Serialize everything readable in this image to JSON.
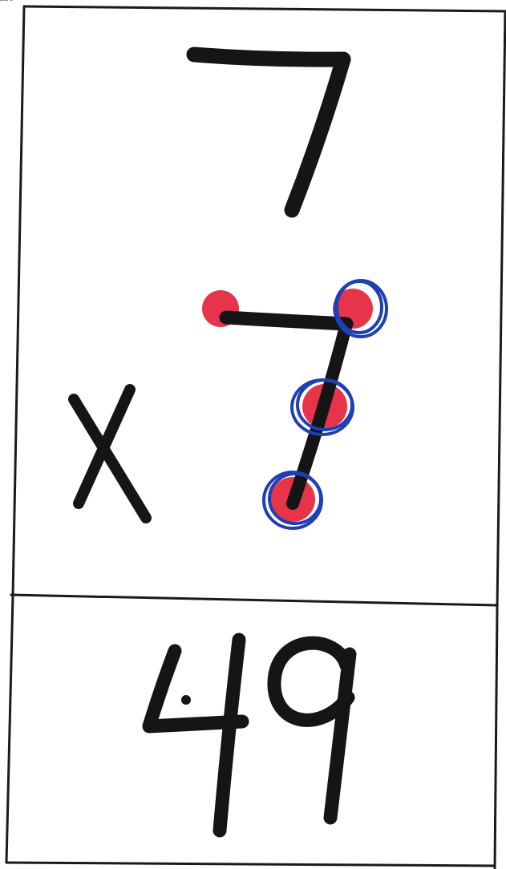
{
  "card": {
    "top_factor": "7",
    "operator": "x",
    "bottom_factor": "7",
    "answer": "49"
  },
  "touch_points": {
    "count": 4,
    "circled_count": 3
  },
  "colors": {
    "ink": "#151515",
    "frame": "#1a1a1a",
    "touch_dot": "#e8344a",
    "touch_ring": "#1f3fb5",
    "paper": "#ffffff"
  }
}
